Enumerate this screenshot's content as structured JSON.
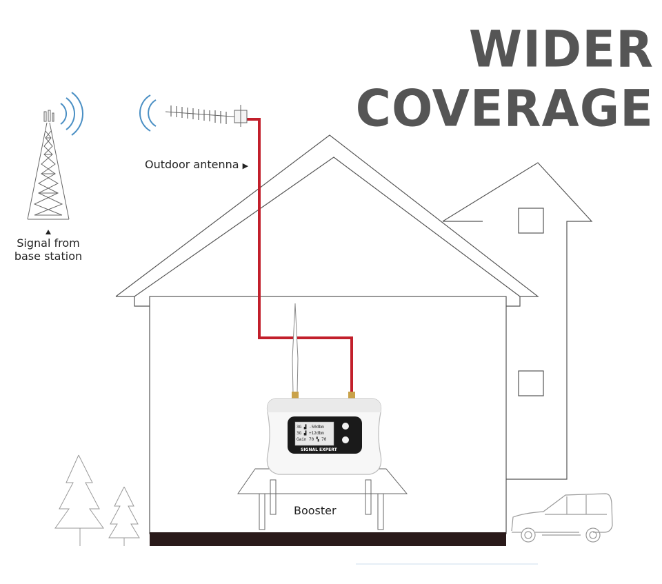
{
  "title": "WIDER COVERAGE",
  "labels": {
    "outdoor_antenna": "Outdoor antenna",
    "signal_base_line1": "Signal from",
    "signal_base_line2": "base station",
    "booster": "Booster"
  },
  "device": {
    "brand": "SIGNAL EXPERT"
  },
  "colors": {
    "cable": "#c21f2b",
    "outline": "#555555",
    "signal_waves": "#4a8fc4",
    "floor": "#2a1a1a",
    "title": "#555555"
  },
  "icons": [
    "cell-tower-icon",
    "yagi-antenna-icon",
    "signal-wave-icon",
    "booster-device-icon",
    "tree-icon",
    "car-icon",
    "house-icon"
  ]
}
